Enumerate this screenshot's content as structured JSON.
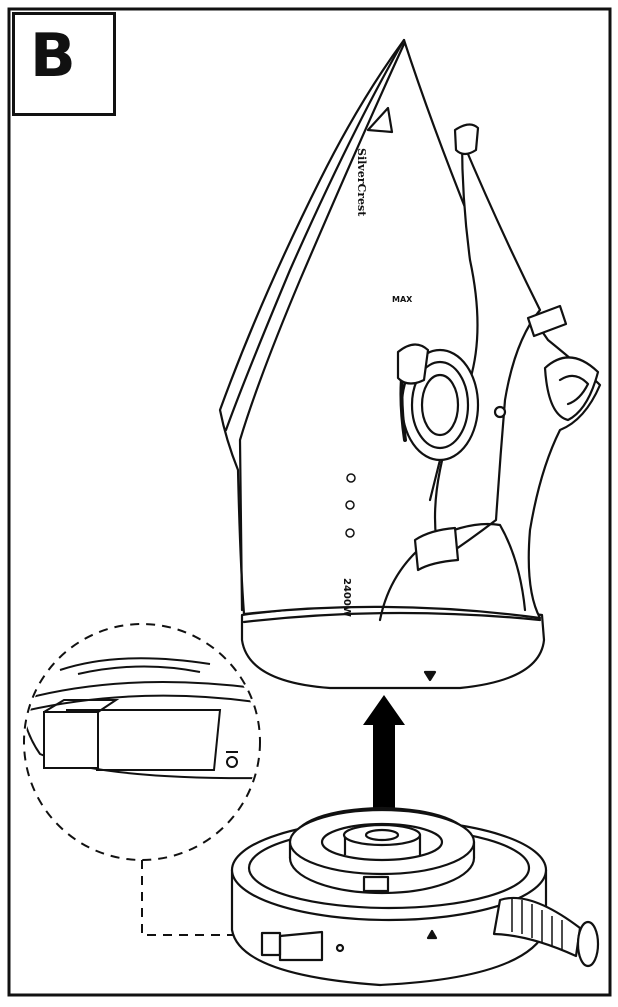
{
  "figure": {
    "panel_letter": "B",
    "brand_text": "SilverCrest",
    "power_rating": "2400W",
    "dial_label": "MAX",
    "colors": {
      "line": "#111111",
      "fill": "#ffffff",
      "arrow": "#000000"
    }
  }
}
